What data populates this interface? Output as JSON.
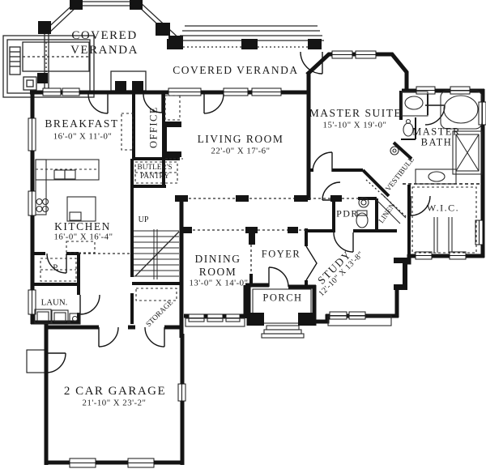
{
  "drawing": {
    "type": "first-floor-plan"
  },
  "colors": {
    "wall": "#141414",
    "ink": "#1b1b1b",
    "paper": "#ffffff"
  },
  "rooms": {
    "veranda_left": {
      "name_line1": "COVERED",
      "name_line2": "VERANDA"
    },
    "veranda_center": {
      "name": "COVERED VERANDA"
    },
    "breakfast": {
      "name": "BREAKFAST",
      "dims": "16'-0\" X 11'-0\""
    },
    "office": {
      "name": "OFFICE"
    },
    "living": {
      "name": "LIVING ROOM",
      "dims": "22'-0\" X 17'-6\""
    },
    "master_suite": {
      "name": "MASTER SUITE",
      "dims": "15'-10\" X 19'-0\""
    },
    "master_bath": {
      "name_line1": "MASTER",
      "name_line2": "BATH"
    },
    "butlers_pantry": {
      "name_line1": "BUTLER'S",
      "name_line2": "PANTRY"
    },
    "vestibule": {
      "name": "VESTIBULE"
    },
    "powder": {
      "name": "PDR"
    },
    "linen": {
      "name": "LINEN"
    },
    "wic": {
      "name": "W.I.C."
    },
    "kitchen": {
      "name": "KITCHEN",
      "dims": "16'-0\" X 16'-4\""
    },
    "stairs": {
      "name": "UP"
    },
    "dining": {
      "name_line1": "DINING",
      "name_line2": "ROOM",
      "dims": "13'-0\" X 14'-0\""
    },
    "foyer": {
      "name": "FOYER"
    },
    "study": {
      "name": "STUDY",
      "dims": "12'-10\" X 13'-8\""
    },
    "porch": {
      "name": "PORCH"
    },
    "pantry": {
      "name": "P."
    },
    "laundry": {
      "name": "LAUN."
    },
    "storage": {
      "name": "STORAGE"
    },
    "garage": {
      "name": "2 CAR GARAGE",
      "dims": "21'-10\" X 23'-2\""
    }
  }
}
